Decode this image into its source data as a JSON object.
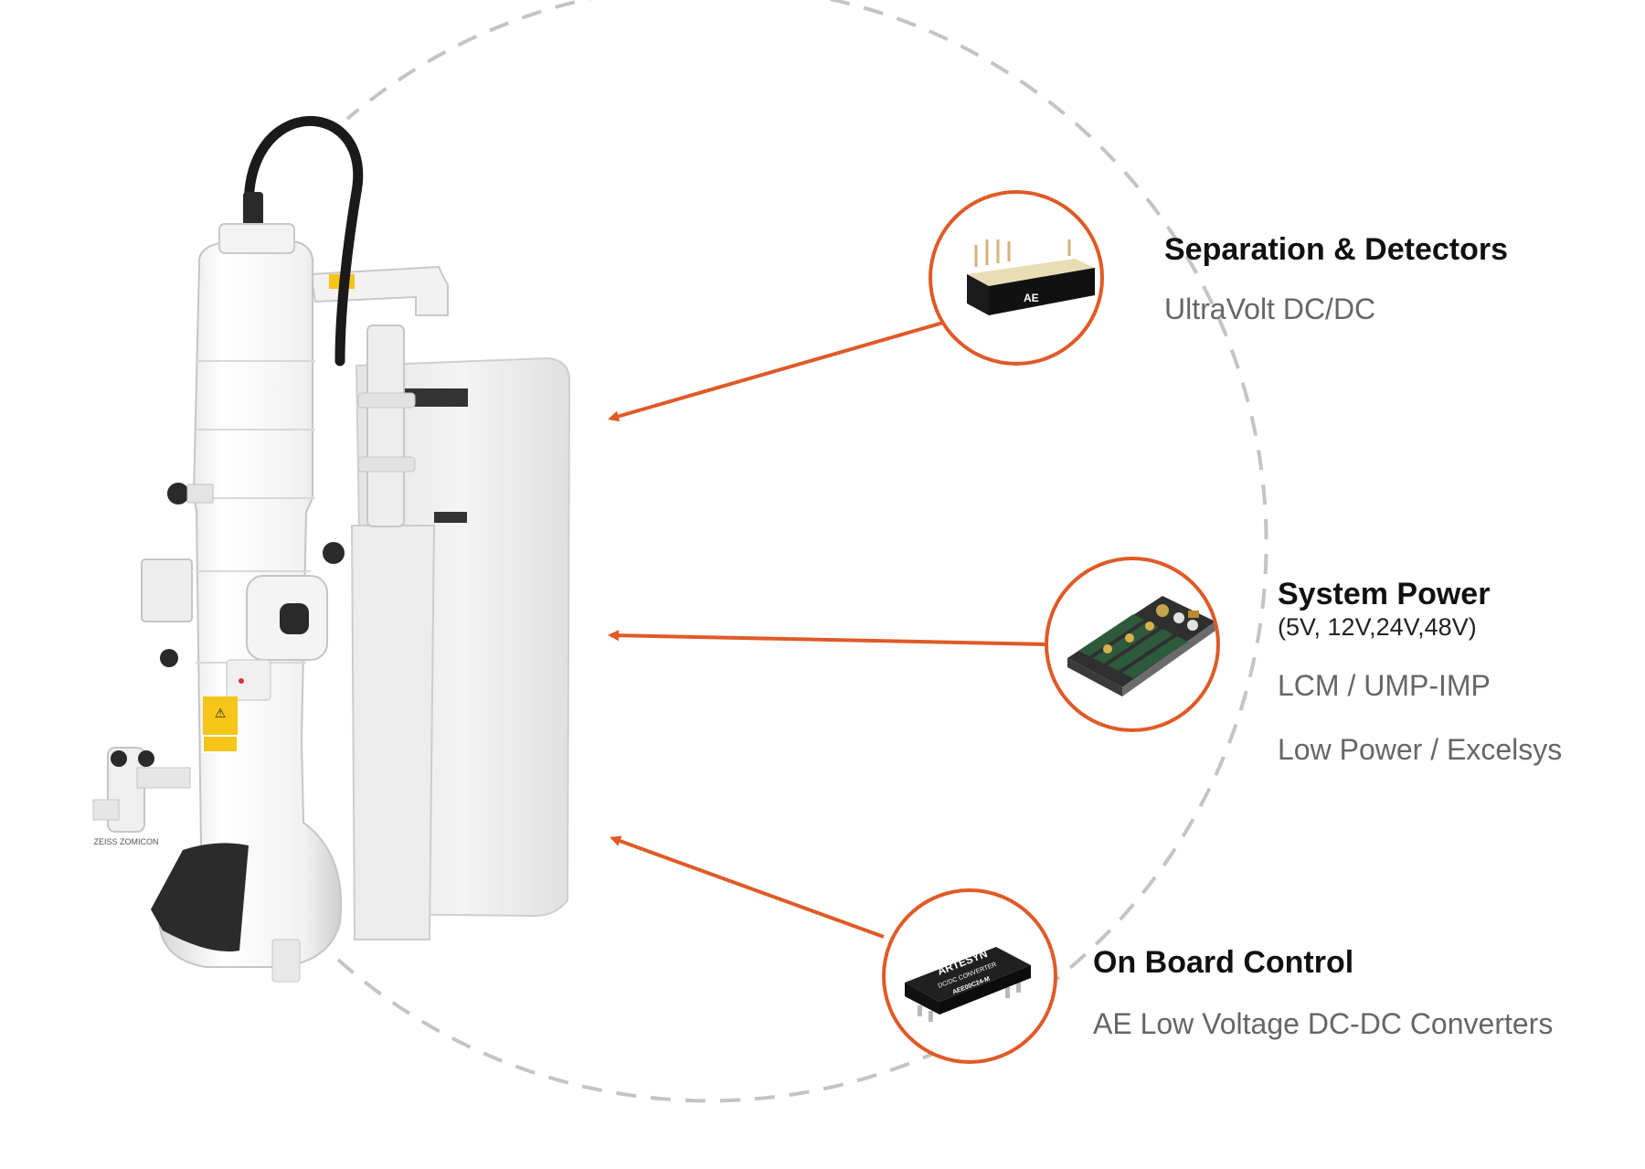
{
  "colors": {
    "accent": "#e05a27",
    "dashed_ring": "#c4c4c4",
    "title": "#111111",
    "desc": "#666666"
  },
  "instrument": {
    "icon": "electron-microscope-illustration",
    "badge_text": "ZEISS ZOMICON"
  },
  "callouts": [
    {
      "key": "separation",
      "title": "Separation & Detectors",
      "subtitle": "",
      "lines": [
        "UltraVolt DC/DC"
      ],
      "icon": "ultravolt-dc-dc-module"
    },
    {
      "key": "system_power",
      "title": "System Power",
      "subtitle": "(5V, 12V,24V,48V)",
      "lines": [
        "LCM / UMP-IMP",
        "Low Power / Excelsys"
      ],
      "icon": "power-supply-board"
    },
    {
      "key": "on_board",
      "title": "On Board Control",
      "subtitle": "",
      "lines": [
        "AE Low Voltage DC-DC Converters"
      ],
      "icon": "artesyn-dc-dc-converter-chip"
    }
  ],
  "chips": {
    "ultravolt_badge": "AE",
    "artesyn_brand": "ARTESYN",
    "artesyn_type": "DC/DC CONVERTER",
    "artesyn_part": "AEE00C24-M"
  }
}
